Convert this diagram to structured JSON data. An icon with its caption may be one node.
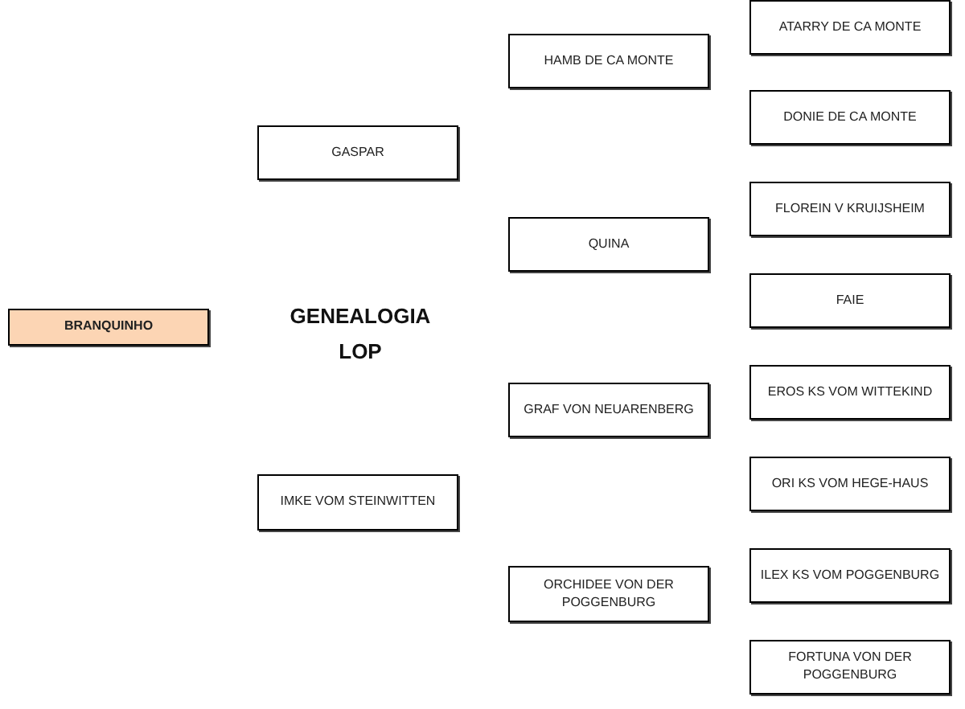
{
  "diagram": {
    "title": "GENEALOGIA LOP",
    "nodes": [
      {
        "text": [
          "BRANQUINHO"
        ]
      },
      {
        "text": [
          "GASPAR"
        ]
      },
      {
        "text": [
          "IMKE VOM STEINWITTEN"
        ]
      },
      {
        "text": [
          "HAMB DE CA MONTE"
        ]
      },
      {
        "text": [
          "QUINA"
        ]
      },
      {
        "text": [
          "GRAF VON NEUARENBERG"
        ]
      },
      {
        "text": [
          "ORCHIDEE VON DER POGGENBURG"
        ]
      },
      {
        "text": [
          "ATARRY DE CA MONTE"
        ]
      },
      {
        "text": [
          "DONIE DE CA MONTE"
        ]
      },
      {
        "text": [
          "FLOREIN V KRUIJSHEIM"
        ]
      },
      {
        "text": [
          "FAIE"
        ]
      },
      {
        "text": [
          "EROS KS VOM WITTEKIND"
        ]
      },
      {
        "text": [
          "ORI KS VOM HEGE-HAUS"
        ]
      },
      {
        "text": [
          "ILEX KS VOM POGGENBURG"
        ]
      },
      {
        "text": [
          "FORTUNA VON DER POGGENBURG"
        ]
      }
    ],
    "edges": []
  }
}
